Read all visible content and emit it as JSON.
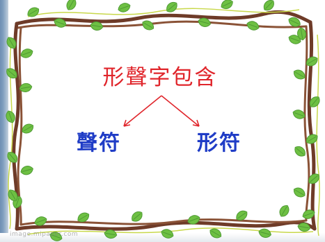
{
  "slide": {
    "title": "形聲字包含",
    "left_term": "聲符",
    "right_term": "形符",
    "watermark": "image.mipaper.com"
  },
  "colors": {
    "title": "#e0252b",
    "terms": "#1f3cc6",
    "arrows": "#e0252b",
    "vine": "#6e3b28",
    "leaf": "#6ec043"
  },
  "icons": {
    "frame": "vine-leaf-frame",
    "arrows": "red-branch-arrows"
  }
}
